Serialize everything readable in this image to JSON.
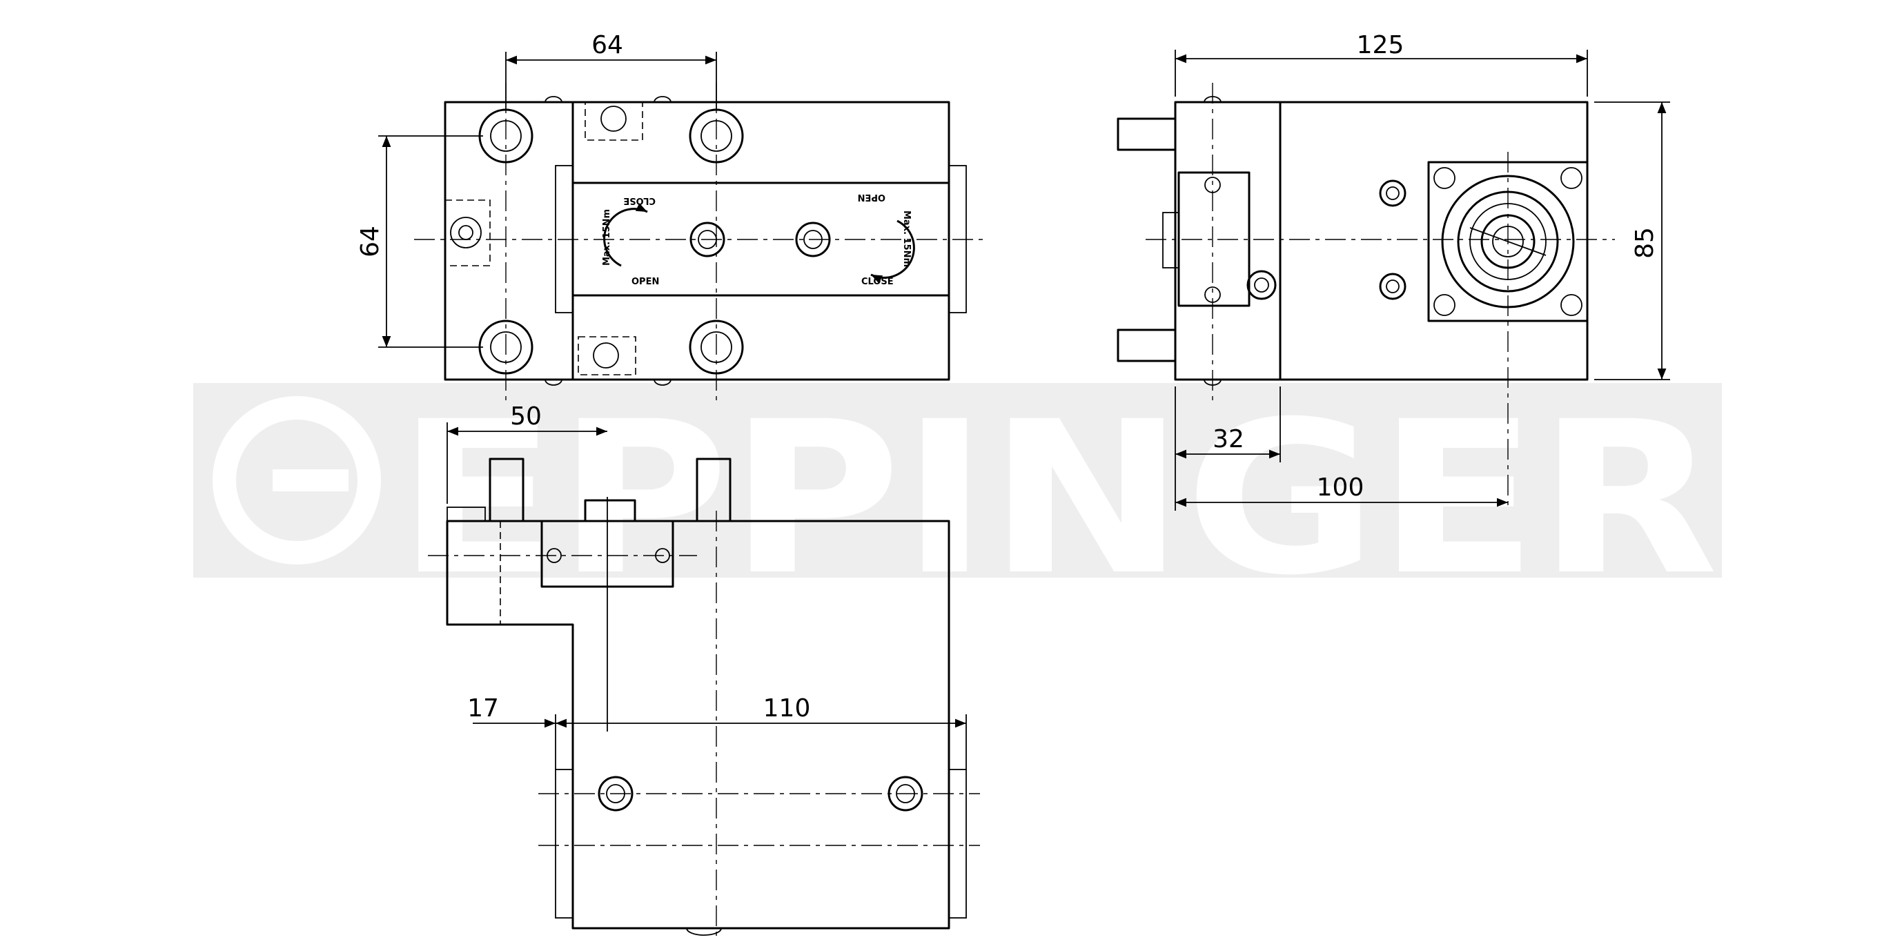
{
  "watermark": {
    "brand": "EPPINGER"
  },
  "dimensions": {
    "top_width": "64",
    "top_height": "64",
    "side_length": "125",
    "side_height": "85",
    "side_offset_32": "32",
    "side_offset_100": "100",
    "front_50": "50",
    "front_17": "17",
    "front_110": "110"
  },
  "labels": {
    "close": "CLOSE",
    "open": "OPEN",
    "torque": "Max. 15Nm"
  },
  "colors": {
    "line": "#000000",
    "watermark": "#eeeeee"
  }
}
